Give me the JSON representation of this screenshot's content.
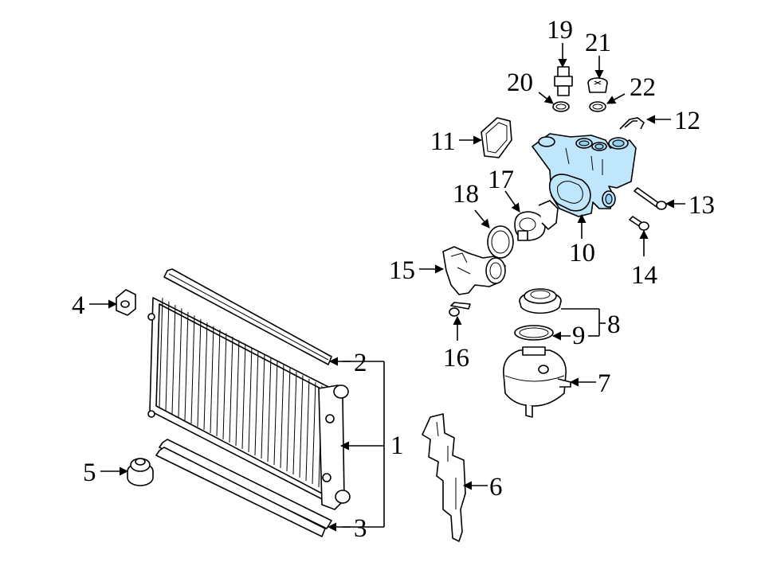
{
  "callouts": {
    "c1": "1",
    "c2": "2",
    "c3": "3",
    "c4": "4",
    "c5": "5",
    "c6": "6",
    "c7": "7",
    "c8": "8",
    "c9": "9",
    "c10": "10",
    "c11": "11",
    "c12": "12",
    "c13": "13",
    "c14": "14",
    "c15": "15",
    "c16": "16",
    "c17": "17",
    "c18": "18",
    "c19": "19",
    "c20": "20",
    "c21": "21",
    "c22": "22"
  },
  "colors": {
    "highlight": "#bfe6fb",
    "line": "#000000",
    "background": "#ffffff"
  }
}
